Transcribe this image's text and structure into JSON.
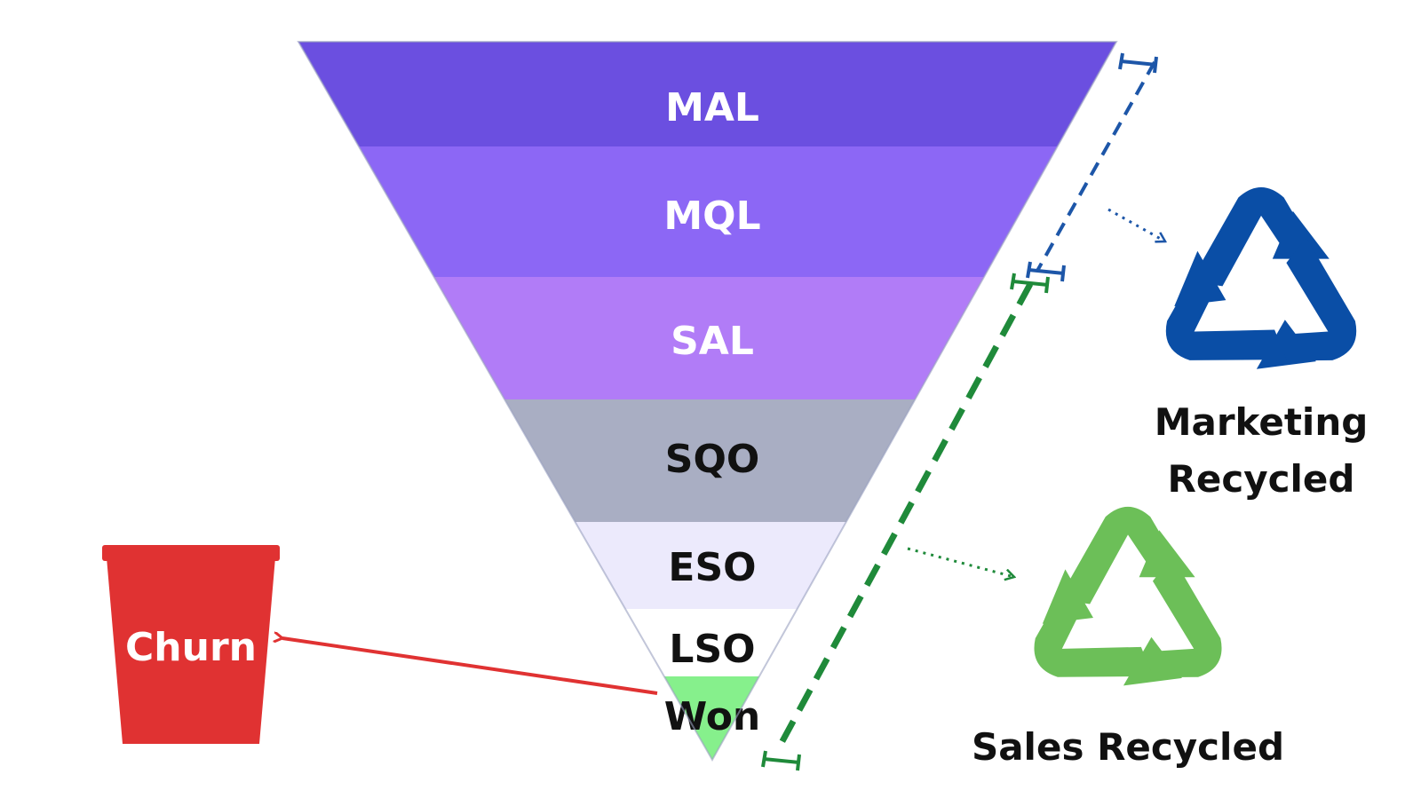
{
  "funnel": {
    "stages": [
      {
        "label": "MAL",
        "color": "#6b4fe0",
        "text_color": "#ffffff"
      },
      {
        "label": "MQL",
        "color": "#8c67f5",
        "text_color": "#ffffff"
      },
      {
        "label": "SAL",
        "color": "#b17cf7",
        "text_color": "#ffffff"
      },
      {
        "label": "SQO",
        "color": "#a9aec3",
        "text_color": "#111111"
      },
      {
        "label": "ESO",
        "color": "#eceafc",
        "text_color": "#111111"
      },
      {
        "label": "LSO",
        "color": "#ffffff",
        "text_color": "#111111"
      },
      {
        "label": "Won",
        "color": "#86f08c",
        "text_color": "#111111"
      }
    ]
  },
  "churn": {
    "label": "Churn",
    "color": "#e03232",
    "icon": "bucket-icon"
  },
  "marketing_recycled": {
    "line1": "Marketing",
    "line2": "Recycled",
    "color": "#0a4ea6",
    "icon": "recycle-icon"
  },
  "sales_recycled": {
    "label": "Sales Recycled",
    "color": "#6cbf58",
    "icon": "recycle-icon"
  },
  "bracket_colors": {
    "marketing": "#1d56a8",
    "sales": "#1f8a3a"
  }
}
